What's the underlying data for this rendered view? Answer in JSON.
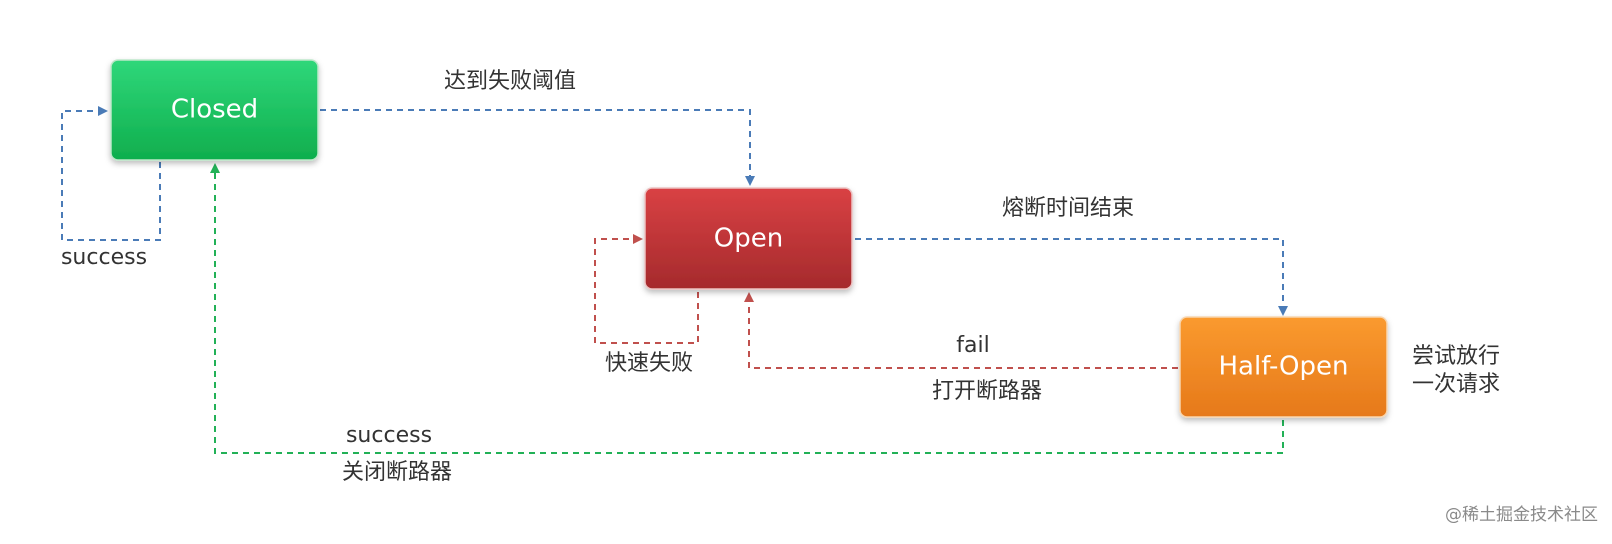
{
  "states": {
    "closed": {
      "label": "Closed",
      "color": "#16c25a"
    },
    "open": {
      "label": "Open",
      "color": "#c8383b"
    },
    "half_open": {
      "label": "Half-Open",
      "color": "#f5891f"
    }
  },
  "edges": {
    "closed_to_open": {
      "label": "达到失败阈值",
      "color": "#4a7bb7"
    },
    "closed_self": {
      "label": "success",
      "color": "#4a7bb7"
    },
    "open_self": {
      "label": "快速失败",
      "color": "#c0504d"
    },
    "open_to_half_open": {
      "label": "熔断时间结束",
      "color": "#4a7bb7"
    },
    "half_open_to_open": {
      "label_top": "fail",
      "label_bottom": "打开断路器",
      "color": "#c0504d"
    },
    "half_open_to_closed": {
      "label_top": "success",
      "label_bottom": "关闭断路器",
      "color": "#22b157"
    }
  },
  "notes": {
    "half_open_note": [
      "尝试放行",
      "一次请求"
    ]
  },
  "watermark": "@稀土掘金技术社区"
}
